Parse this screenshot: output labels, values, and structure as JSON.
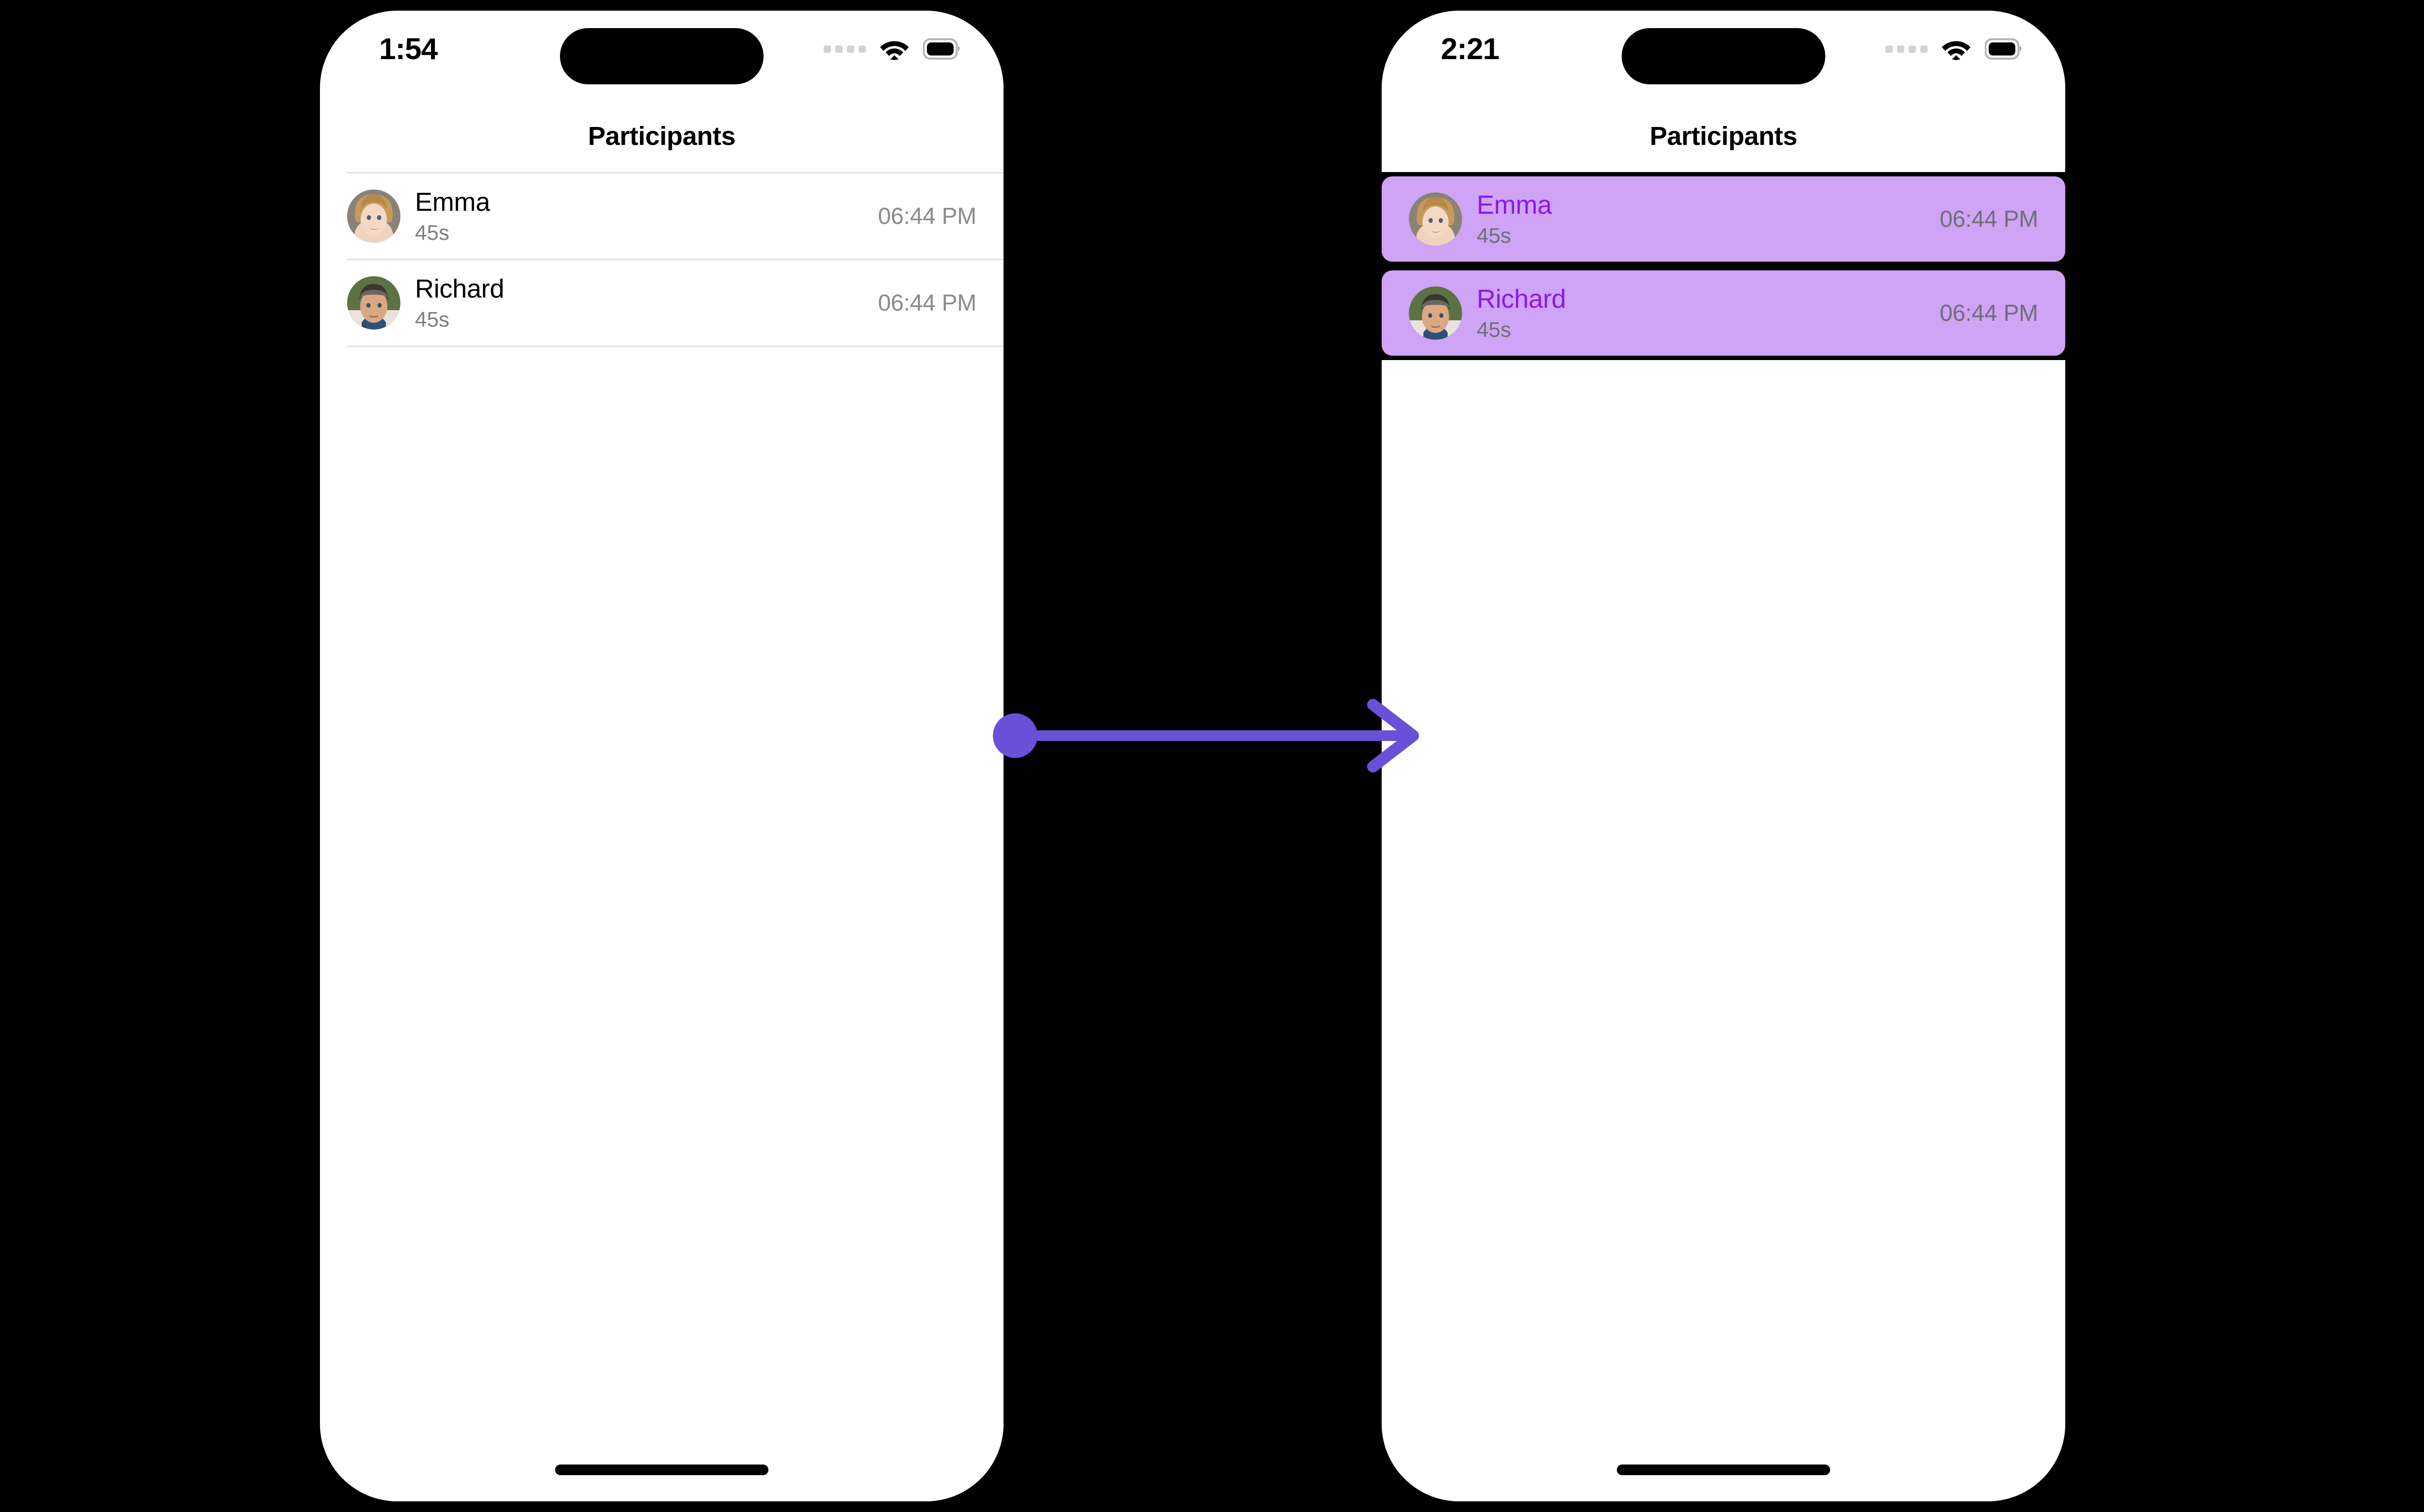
{
  "theme": {
    "accent_purple": "#6A4FD8",
    "highlight_bg": "#CFA3F5",
    "highlight_name": "#8A1AE8",
    "muted_text": "#8A8A8E",
    "divider": "#E3E3E5",
    "screen_bg": "#FFFFFF",
    "page_bg": "#000000"
  },
  "phones": [
    {
      "id": "before",
      "status_bar": {
        "clock": "1:54",
        "cellular_icon": "cellular-dots-icon",
        "wifi_icon": "wifi-icon",
        "battery_icon": "battery-full-icon"
      },
      "nav": {
        "title": "Participants"
      },
      "list": {
        "selected": false,
        "rows": [
          {
            "name": "Emma",
            "duration": "45s",
            "time": "06:44 PM",
            "avatar": "avatar-emma"
          },
          {
            "name": "Richard",
            "duration": "45s",
            "time": "06:44 PM",
            "avatar": "avatar-richard"
          }
        ]
      },
      "home_indicator": "home-indicator"
    },
    {
      "id": "after",
      "status_bar": {
        "clock": "2:21",
        "cellular_icon": "cellular-dots-icon",
        "wifi_icon": "wifi-icon",
        "battery_icon": "battery-full-icon"
      },
      "nav": {
        "title": "Participants"
      },
      "list": {
        "selected": true,
        "rows": [
          {
            "name": "Emma",
            "duration": "45s",
            "time": "06:44 PM",
            "avatar": "avatar-emma"
          },
          {
            "name": "Richard",
            "duration": "45s",
            "time": "06:44 PM",
            "avatar": "avatar-richard"
          }
        ]
      },
      "home_indicator": "home-indicator"
    }
  ],
  "annotation": {
    "type": "arrow",
    "icon": "arrow-right-icon",
    "color": "#6A4FD8",
    "label": ""
  }
}
